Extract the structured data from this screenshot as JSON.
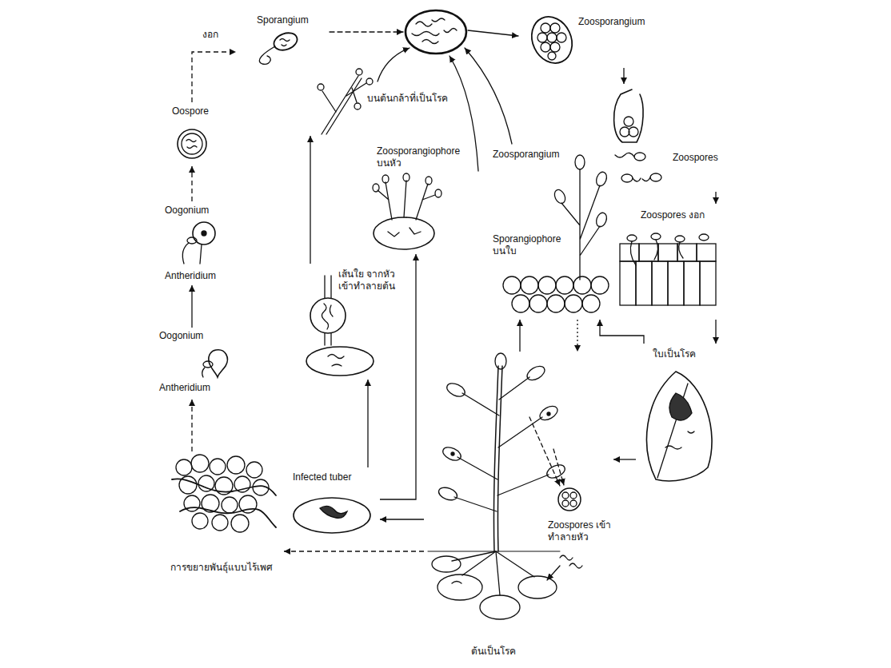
{
  "diagram": {
    "nodes": [
      {
        "text": [
          "Sporangium"
        ]
      },
      {
        "text": [
          "Oospore"
        ]
      },
      {
        "text": [
          "Oogonium",
          "Antheridium"
        ]
      },
      {
        "text": [
          "Oogonium",
          "Antheridium"
        ]
      },
      {
        "text": [
          "การขยายพันธุ์แบบไร้เพศ"
        ]
      },
      {
        "text": [
          "บนต้นกล้าที่เป็นโรค"
        ]
      },
      {
        "text": [
          "Zoosporangiophore บนหัว"
        ]
      },
      {
        "text": [
          "เส้นใย จากหัว เข้าทำลายต้น"
        ]
      },
      {
        "text": [
          "Infected tuber"
        ]
      },
      {
        "text": [
          "Zoosporangium",
          "Sporangiophore บนใบ"
        ]
      },
      {
        "text": [
          "Zoosporangium"
        ]
      },
      {
        "text": [
          "Zoospores"
        ]
      },
      {
        "text": [
          "Zoospores งอก"
        ]
      },
      {
        "text": [
          "ใบเป็นโรค"
        ]
      },
      {
        "text": [
          "ต้นเป็นโรค",
          "Zoospores เข้าทำลายหัว"
        ]
      }
    ],
    "edges": [
      {
        "from": 1,
        "to": 0,
        "arrow": "to"
      },
      {
        "from": 2,
        "to": 1,
        "arrow": "to"
      },
      {
        "from": 3,
        "to": 2,
        "arrow": "to"
      },
      {
        "from": 4,
        "to": 3,
        "arrow": "to"
      },
      {
        "from": 14,
        "to": 4,
        "arrow": "to"
      },
      {
        "from": 14,
        "to": 8,
        "arrow": "to"
      },
      {
        "from": 8,
        "to": 7,
        "arrow": "to"
      },
      {
        "from": 8,
        "to": 6,
        "arrow": "to"
      },
      {
        "from": 7,
        "to": 5,
        "arrow": "to"
      },
      {
        "from": 10,
        "to": 11,
        "arrow": "to"
      },
      {
        "from": 11,
        "to": 12,
        "arrow": "to"
      },
      {
        "from": 12,
        "to": 13,
        "arrow": "to"
      },
      {
        "from": 13,
        "to": 14,
        "arrow": "to"
      },
      {
        "from": 13,
        "to": 9,
        "arrow": "to"
      },
      {
        "from": 14,
        "to": 9,
        "arrow": "to"
      },
      {
        "from": 9,
        "to": 14,
        "arrow": "to"
      }
    ],
    "labels": [
      "งอก"
    ]
  }
}
